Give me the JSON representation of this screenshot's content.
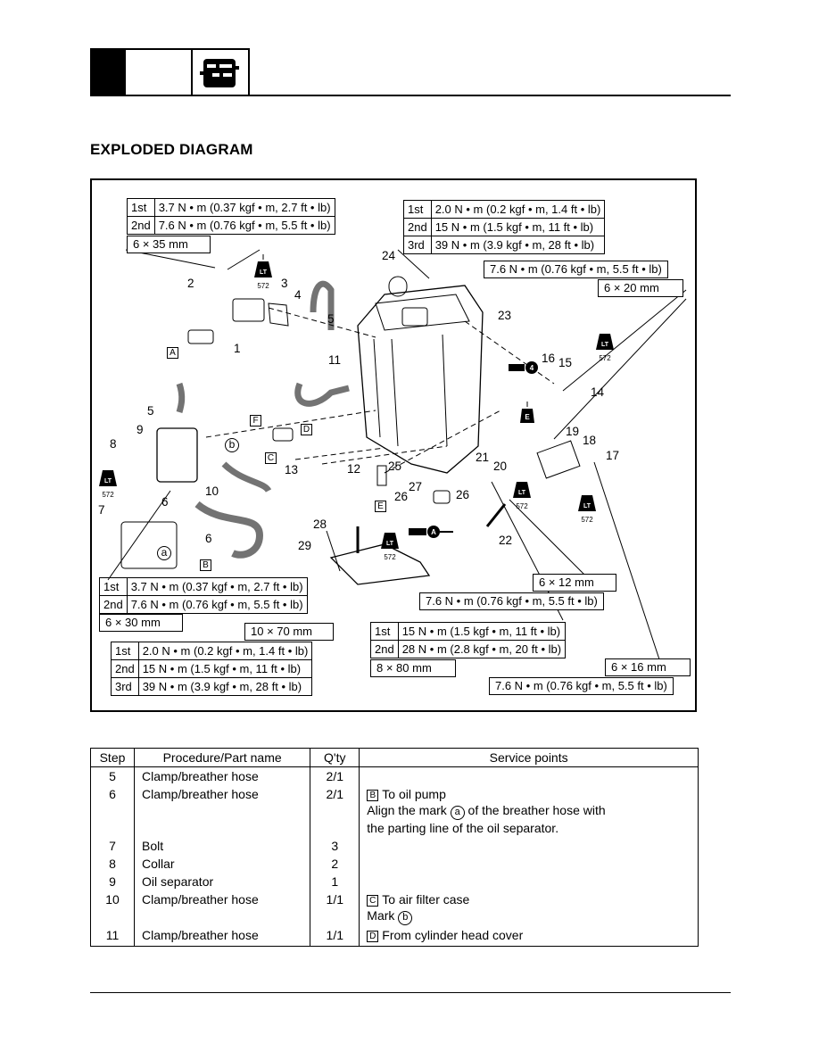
{
  "header": {
    "section_icon": "electrical-connector-icon"
  },
  "page_title": "EXPLODED DIAGRAM",
  "diagram": {
    "spec_tl": {
      "rows": [
        [
          "1st",
          "3.7 N • m (0.37 kgf • m, 2.7 ft • lb)"
        ],
        [
          "2nd",
          "7.6 N • m (0.76 kgf • m, 5.5 ft • lb)"
        ]
      ],
      "size": "6 × 35 mm"
    },
    "spec_tr": {
      "rows": [
        [
          "1st",
          "2.0 N • m (0.2 kgf • m, 1.4 ft • lb)"
        ],
        [
          "2nd",
          "15 N • m (1.5 kgf • m, 11 ft • lb)"
        ],
        [
          "3rd",
          "39 N • m (3.9 kgf • m, 28 ft • lb)"
        ]
      ]
    },
    "torque_tr": "7.6 N • m (0.76 kgf • m, 5.5 ft • lb)",
    "size_tr": "6 × 20 mm",
    "spec_bl": {
      "rows": [
        [
          "1st",
          "3.7 N • m (0.37 kgf • m, 2.7 ft • lb)"
        ],
        [
          "2nd",
          "7.6 N • m (0.76 kgf • m, 5.5 ft • lb)"
        ]
      ],
      "size": "6 × 30 mm"
    },
    "size_bm": "10 × 70 mm",
    "spec_bm": {
      "rows": [
        [
          "1st",
          "2.0 N • m (0.2 kgf • m, 1.4 ft • lb)"
        ],
        [
          "2nd",
          "15 N • m (1.5 kgf • m, 11 ft • lb)"
        ],
        [
          "3rd",
          "39 N • m (3.9 kgf • m, 28 ft • lb)"
        ]
      ]
    },
    "size_mr": "6 × 12 mm",
    "torque_mr": "7.6 N • m (0.76 kgf • m, 5.5 ft • lb)",
    "spec_br": {
      "rows": [
        [
          "1st",
          "15 N • m (1.5 kgf • m, 11 ft • lb)"
        ],
        [
          "2nd",
          "28 N • m (2.8 kgf • m, 20 ft • lb)"
        ]
      ],
      "size": "8 × 80 mm"
    },
    "size_br2": "6 × 16 mm",
    "torque_br2": "7.6 N • m (0.76 kgf • m, 5.5 ft • lb)",
    "callouts": [
      "1",
      "2",
      "3",
      "4",
      "5",
      "6",
      "7",
      "8",
      "9",
      "10",
      "11",
      "12",
      "13",
      "14",
      "15",
      "16",
      "17",
      "18",
      "19",
      "20",
      "21",
      "22",
      "23",
      "24",
      "25",
      "26",
      "27",
      "28",
      "29"
    ],
    "letters": [
      "A",
      "B",
      "C",
      "D",
      "E",
      "F"
    ],
    "mark_a": "a",
    "mark_b": "b",
    "lt_code": "572",
    "lt_label": "LT",
    "grease_label": "E",
    "oil_label": "4",
    "a_label": "A"
  },
  "table": {
    "headers": [
      "Step",
      "Procedure/Part name",
      "Q'ty",
      "Service points"
    ],
    "rows": [
      {
        "step": "5",
        "name": "Clamp/breather hose",
        "qty": "2/1",
        "box": "",
        "lines": []
      },
      {
        "step": "6",
        "name": "Clamp/breather hose",
        "qty": "2/1",
        "box": "B",
        "lines": [
          "To oil pump",
          "Align the mark",
          "of the breather hose with",
          "the parting line of the oil separator."
        ],
        "mark": "a"
      },
      {
        "step": "7",
        "name": "Bolt",
        "qty": "3",
        "box": "",
        "lines": []
      },
      {
        "step": "8",
        "name": "Collar",
        "qty": "2",
        "box": "",
        "lines": []
      },
      {
        "step": "9",
        "name": "Oil separator",
        "qty": "1",
        "box": "",
        "lines": []
      },
      {
        "step": "10",
        "name": "Clamp/breather hose",
        "qty": "1/1",
        "box": "C",
        "lines": [
          "To air filter case",
          "Mark"
        ],
        "mark": "b"
      },
      {
        "step": "11",
        "name": "Clamp/breather hose",
        "qty": "1/1",
        "box": "D",
        "lines": [
          "From cylinder head cover"
        ]
      }
    ]
  }
}
